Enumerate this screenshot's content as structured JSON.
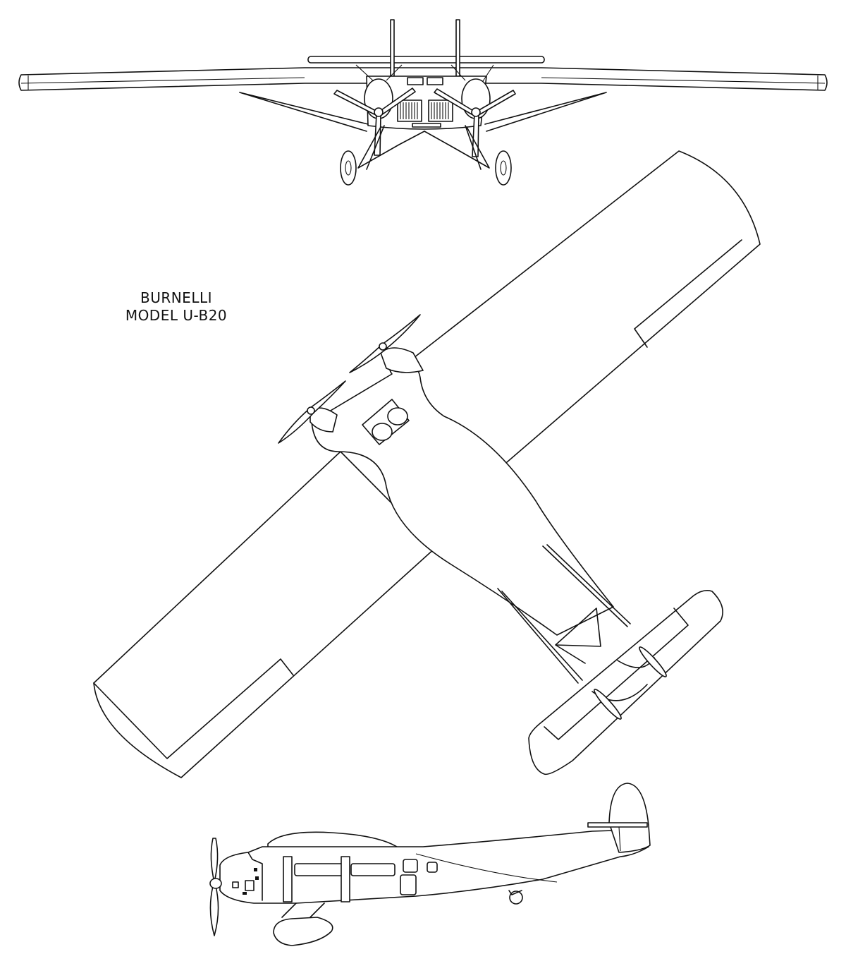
{
  "drawing": {
    "title_line1": "BURNELLI",
    "title_line2": "MODEL U-B20",
    "views": [
      "front-view",
      "plan-view",
      "side-view"
    ]
  }
}
